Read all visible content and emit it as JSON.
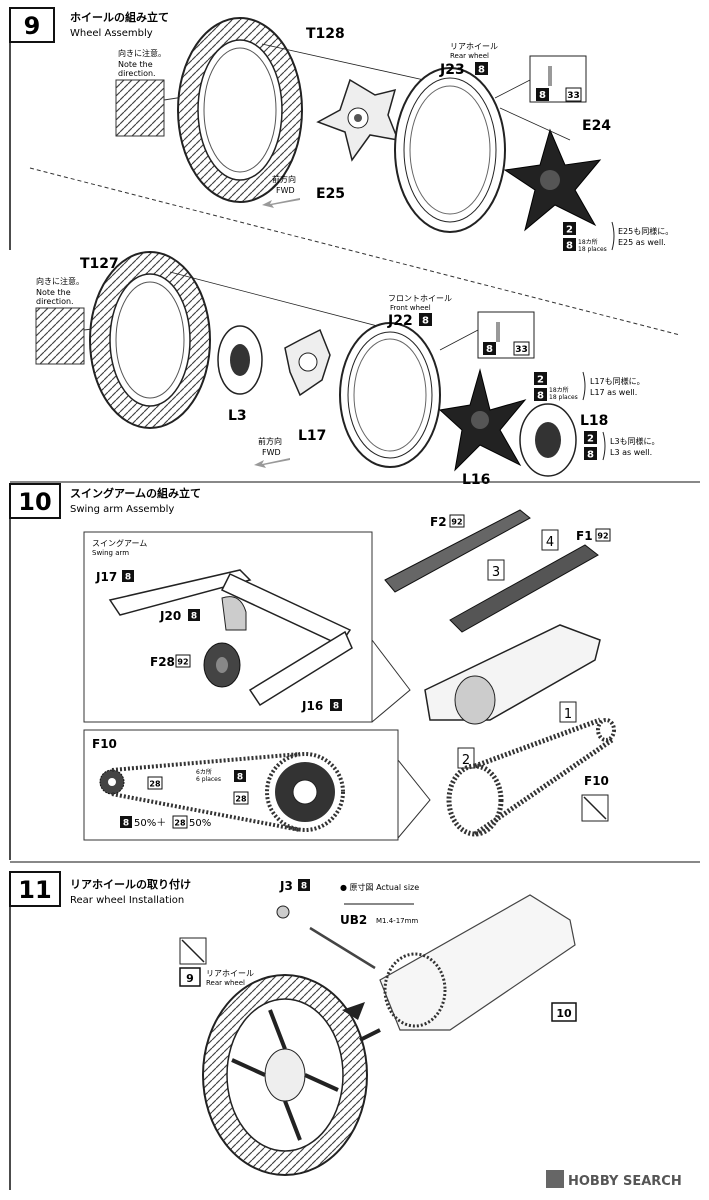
{
  "steps": [
    {
      "number": "9",
      "title_ja": "ホイールの組み立て",
      "title_en": "Wheel Assembly"
    },
    {
      "number": "10",
      "title_ja": "スイングアームの組み立て",
      "title_en": "Swing arm Assembly"
    },
    {
      "number": "11",
      "title_ja": "リアホイールの取り付け",
      "title_en": "Rear wheel Installation"
    }
  ],
  "note_direction": {
    "ja": "向きに注意。",
    "en1": "Note the",
    "en2": "direction."
  },
  "rear_wheel": {
    "ja": "リアホイール",
    "en": "Rear wheel"
  },
  "front_wheel": {
    "ja": "フロントホイール",
    "en": "Front wheel"
  },
  "fwd": {
    "ja": "前方向",
    "en": "FWD"
  },
  "places_18": {
    "ja": "18カ所",
    "en": "18 places"
  },
  "places_6": {
    "ja": "6カ所",
    "en": "6 places"
  },
  "same_e25": {
    "ja": "E25も同様に。",
    "en": "E25 as well."
  },
  "same_l17": {
    "ja": "L17も同様に。",
    "en": "L17 as well."
  },
  "same_l3": {
    "ja": "L3も同様に。",
    "en": "L3 as well."
  },
  "swing_arm": {
    "ja": "スイングアーム",
    "en": "Swing arm"
  },
  "actual_size": "● 原寸図 Actual size",
  "screw_spec": "M1.4-17mm",
  "mix_ratio": {
    "a": "50%＋",
    "b": "50%"
  },
  "parts": {
    "T128": "T128",
    "J23": "J23",
    "E24": "E24",
    "E25": "E25",
    "T127": "T127",
    "J22": "J22",
    "L3": "L3",
    "L17": "L17",
    "L18": "L18",
    "L16": "L16",
    "F2": "F2",
    "F1": "F1",
    "J17": "J17",
    "J20": "J20",
    "F28": "F28",
    "J16": "J16",
    "F10": "F10",
    "J3": "J3",
    "UB2": "UB2"
  },
  "colors": {
    "c8": "8",
    "c2": "2",
    "c28": "28",
    "c33": "33",
    "c92": "92"
  },
  "seq": {
    "s1": "1",
    "s2": "2",
    "s3": "3",
    "s4": "4"
  },
  "ref": {
    "r9": "9",
    "r10": "10"
  },
  "watermark": "HOBBY SEARCH"
}
